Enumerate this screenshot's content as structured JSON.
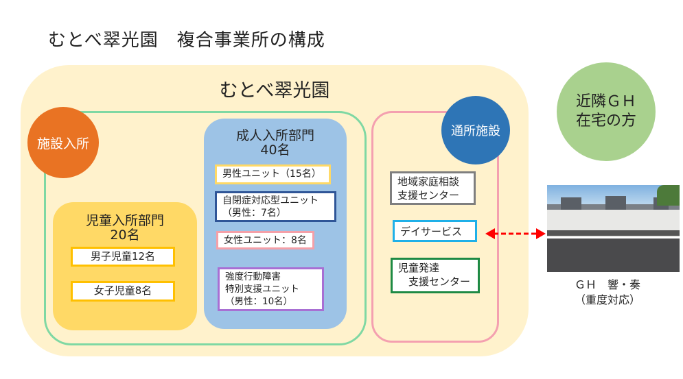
{
  "title": "むとべ翠光園　複合事業所の構成",
  "main_title": "むとべ翠光園",
  "residential": {
    "label": "施設入所",
    "children": {
      "title": "児童入所部門",
      "count": "20名",
      "units": [
        "男子児童12名",
        "女子児童8名"
      ]
    },
    "adults": {
      "title": "成人入所部門",
      "count": "40名",
      "units": [
        {
          "line1": "男性ユニット（15名）",
          "color": "#ffd966"
        },
        {
          "line1": "自閉症対応型ユニット",
          "line2": "（男性：7名）",
          "color": "#2f5597"
        },
        {
          "line1": "女性ユニット：8名",
          "color": "#f4a0a8"
        },
        {
          "line1": "強度行動障害",
          "line2": "特別支援ユニット",
          "line3": "（男性：10名）",
          "color": "#a86fd3"
        }
      ]
    }
  },
  "daycare": {
    "label": "通所施設",
    "units": [
      {
        "line1": "地域家庭相談",
        "line2": "支援センター",
        "color": "#7f7f7f"
      },
      {
        "line1": "デイサービス",
        "color": "#1fb0e8"
      },
      {
        "line1": "児童発達",
        "line2": "　支援センター",
        "color": "#1e8a44"
      }
    ]
  },
  "neighbor": {
    "line1": "近隣ＧＨ",
    "line2": "在宅の方"
  },
  "gh": {
    "caption1": "ＧＨ　響・奏",
    "caption2": "（重度対応）"
  }
}
